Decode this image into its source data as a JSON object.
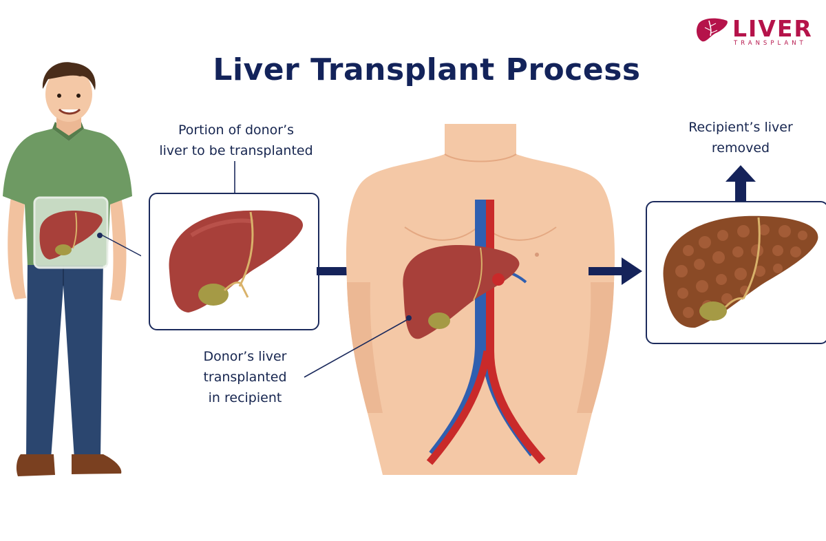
{
  "title": "Liver Transplant Process",
  "logo": {
    "word": "LIVER",
    "sub": "TRANSPLANT",
    "color": "#b5134a"
  },
  "labels": {
    "donor_portion": [
      "Portion of donor’s",
      "liver to be transplanted"
    ],
    "recipient_removed": [
      "Recipient’s liver",
      "removed"
    ],
    "donor_transplanted": [
      "Donor’s liver",
      "transplanted",
      "in recipient"
    ]
  },
  "colors": {
    "title": "#13235a",
    "arrow": "#15235a",
    "liver": "#a8403a",
    "liver_diseased": "#8a4a26",
    "gallbladder": "#a59a45",
    "skin": "#f4c8a6",
    "artery": "#c92a2a",
    "vein": "#2f5fb0",
    "shirt": "#6e9a63",
    "jeans": "#2b466f"
  }
}
